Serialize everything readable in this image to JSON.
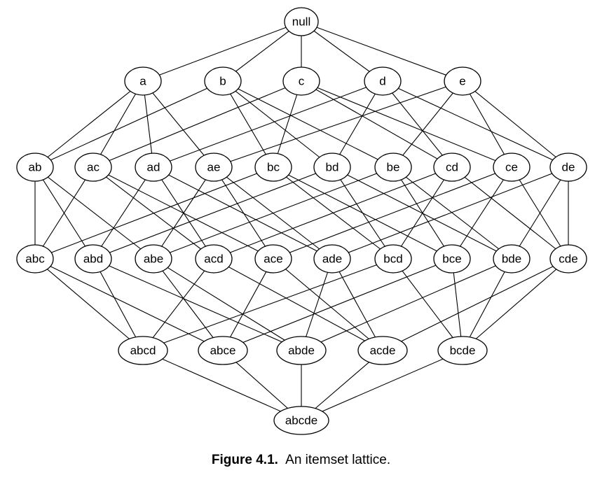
{
  "diagram": {
    "levels": [
      [
        "null"
      ],
      [
        "a",
        "b",
        "c",
        "d",
        "e"
      ],
      [
        "ab",
        "ac",
        "ad",
        "ae",
        "bc",
        "bd",
        "be",
        "cd",
        "ce",
        "de"
      ],
      [
        "abc",
        "abd",
        "abe",
        "acd",
        "ace",
        "ade",
        "bcd",
        "bce",
        "bde",
        "cde"
      ],
      [
        "abcd",
        "abce",
        "abde",
        "acde",
        "bcde"
      ],
      [
        "abcde"
      ]
    ]
  },
  "caption": {
    "label": "Figure 4.1.",
    "text": "An itemset lattice."
  }
}
